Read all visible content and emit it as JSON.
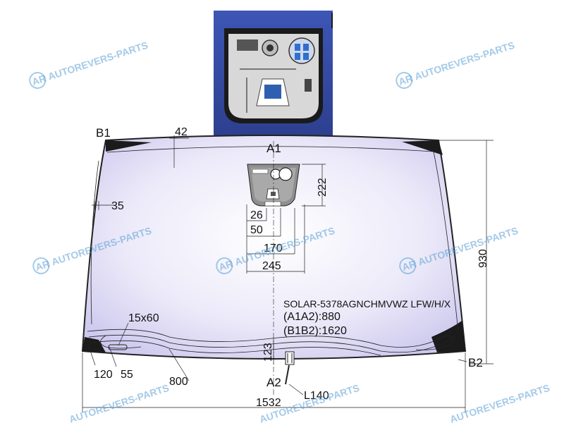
{
  "labels": {
    "B1": "B1",
    "A1": "A1",
    "A2": "A2",
    "B2": "B2"
  },
  "dimensions": {
    "top_left_offset": "42",
    "side_band": "35",
    "sensor_height": "222",
    "d26": "26",
    "d50": "50",
    "d170": "170",
    "d245": "245",
    "height_total": "930",
    "slot_size": "15x60",
    "bottom_123": "123",
    "d120": "120",
    "d55": "55",
    "d800": "800",
    "width_total": "1532",
    "lead_length": "L140"
  },
  "spec": {
    "code": "SOLAR-5378AGNCHMVWZ LFW/H/X",
    "a1a2": "(A1A2):880",
    "b1b2": "(B1B2):1620"
  },
  "watermark": {
    "text": "AUTOREVERS-PARTS",
    "logo": "AR"
  },
  "colors": {
    "glass_tint": "#d9d6f2",
    "frit_black": "#1b1b1b",
    "inset_blue": "#3a4fa8",
    "watermark_blue": "#5aa0d6"
  }
}
